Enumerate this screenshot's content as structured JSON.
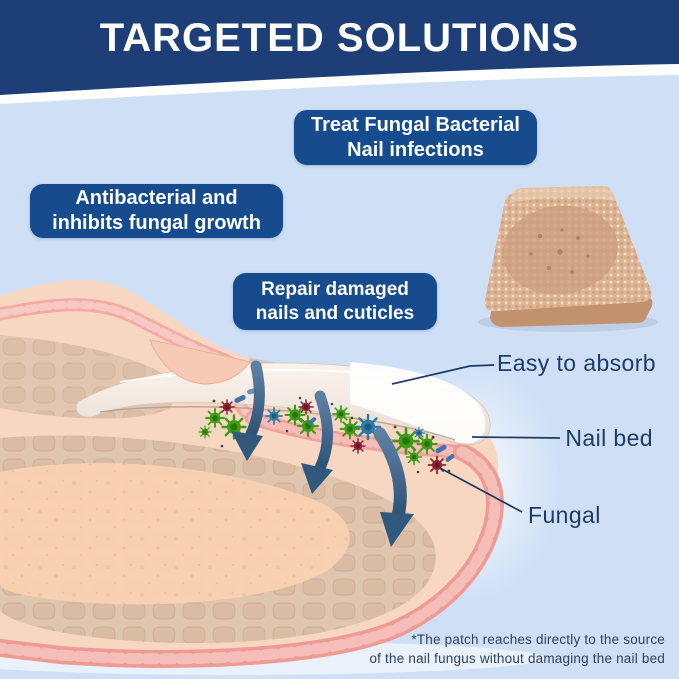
{
  "header": {
    "title": "TARGETED SOLUTIONS"
  },
  "badges": [
    {
      "line1": "Treat Fungal Bacterial",
      "line2": "Nail infections"
    },
    {
      "line1": "Antibacterial and",
      "line2": "inhibits fungal growth"
    },
    {
      "line1": "Repair damaged",
      "line2": "nails and cuticles"
    }
  ],
  "callouts": [
    {
      "label": "Easy to absorb"
    },
    {
      "label": "Nail bed"
    },
    {
      "label": "Fungal"
    }
  ],
  "footnote": {
    "line1": "*The patch reaches directly to the source",
    "line2": "of the nail fungus without damaging the nail bed"
  },
  "colors": {
    "header_navy": "#1d3e76",
    "badge_blue": "#164b8d",
    "background_blue": "#cfe0f6",
    "label_navy": "#1e3a66",
    "arrow_blue": "#3b618c",
    "patch_tan": "#dcb393",
    "virus_green": "#3c9d15",
    "bacteria_blue": "#2c7ca9",
    "fungus_red": "#8e2132",
    "skin_peach": "#f8d7c2",
    "nail_cream": "#f5ece4"
  }
}
